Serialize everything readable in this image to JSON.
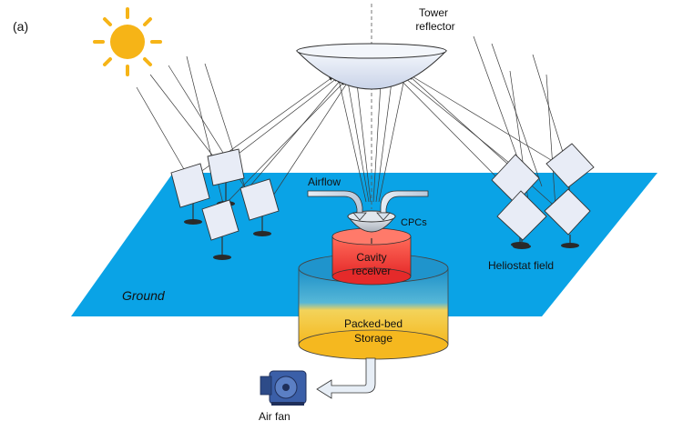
{
  "figure": {
    "panel_label": "(a)",
    "labels": {
      "tower_reflector_line1": "Tower",
      "tower_reflector_line2": "reflector",
      "airflow": "Airflow",
      "cpcs": "CPCs",
      "cavity_receiver_line1": "Cavity",
      "cavity_receiver_line2": "receiver",
      "heliostat_field": "Heliostat field",
      "ground": "Ground",
      "storage_line1": "Packed-bed",
      "storage_line2": "Storage",
      "air_fan": "Air fan"
    },
    "colors": {
      "ground": "#0aa3e6",
      "sun": "#f6b417",
      "receiver": "#ee3b3b",
      "storage_top": "#2aa0d8",
      "storage_bottom": "#f7c233",
      "reflector": "#dfe6f4"
    }
  }
}
